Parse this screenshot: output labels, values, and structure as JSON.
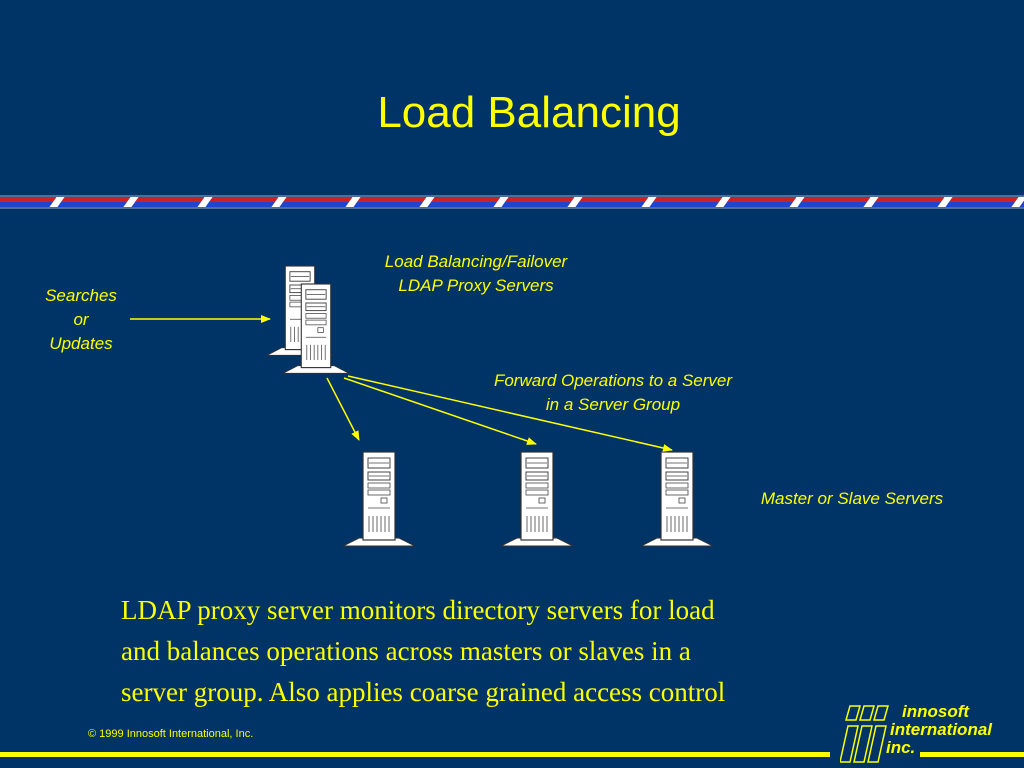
{
  "title": "Load Balancing",
  "labels": {
    "proxy": [
      "Load Balancing/Failover",
      "LDAP Proxy Servers"
    ],
    "client": [
      "Searches",
      "or",
      "Updates"
    ],
    "forward": [
      "Forward Operations to a Server",
      "in a Server Group"
    ],
    "masters": "Master or Slave Servers"
  },
  "body_lines": [
    "LDAP proxy server monitors directory servers for load",
    "and balances operations across masters or slaves in a",
    "server group. Also applies coarse grained access control"
  ],
  "copyright": "©   1999 Innosoft International, Inc.",
  "logo": {
    "line1": "innosoft",
    "line2": "international",
    "line3": "inc."
  },
  "colors": {
    "background": "#003366",
    "text": "#ffff00",
    "stripe_red": "#cc2222",
    "stripe_blue": "#2244cc"
  },
  "icons": [
    "server-tower-icon"
  ]
}
